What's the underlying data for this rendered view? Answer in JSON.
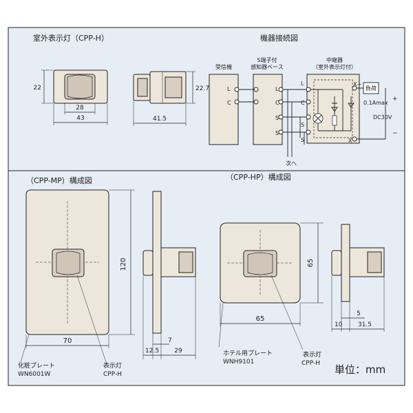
{
  "titles": {
    "cpp_h": "室外表示灯（CPP-H）",
    "wiring": "機器接続図",
    "cpp_mp": "（CPP-MP）構成図",
    "cpp_hp": "（CPP-HP）構成図"
  },
  "cpp_h_dims": {
    "height_front": "22",
    "width_inner": "28",
    "width_outer": "43",
    "height_side": "22.7",
    "depth_side": "41.5"
  },
  "wiring": {
    "receiver": "受信機",
    "s_base_line1": "S端子付",
    "s_base_line2": "感知器ベース",
    "relay_line1": "中継器",
    "relay_line2": "（室外表示灯付）",
    "term_L": "L",
    "term_C": "C",
    "term_S": "S",
    "term_xplus": "X+",
    "term_xminus": "X−",
    "load": "負荷",
    "current": "0.1Amax",
    "voltage": "DC30V",
    "plus": "+",
    "minus": "−",
    "next": "次へ"
  },
  "cpp_mp_dims": {
    "height": "120",
    "width": "70",
    "side_a": "7",
    "side_b": "12.5",
    "side_c": "29"
  },
  "cpp_hp_dims": {
    "height": "65",
    "width": "65",
    "side_a": "5",
    "side_b": "10",
    "side_c": "31.5"
  },
  "labels": {
    "plate_mp_name": "化粧プレート",
    "plate_mp_code": "WN6001W",
    "lamp_name_1": "表示灯",
    "lamp_code_1": "CPP-H",
    "plate_hp_name": "ホテル用プレート",
    "plate_hp_code": "WNH9101",
    "lamp_name_2": "表示灯",
    "lamp_code_2": "CPP-H",
    "unit": "単位：mm"
  }
}
